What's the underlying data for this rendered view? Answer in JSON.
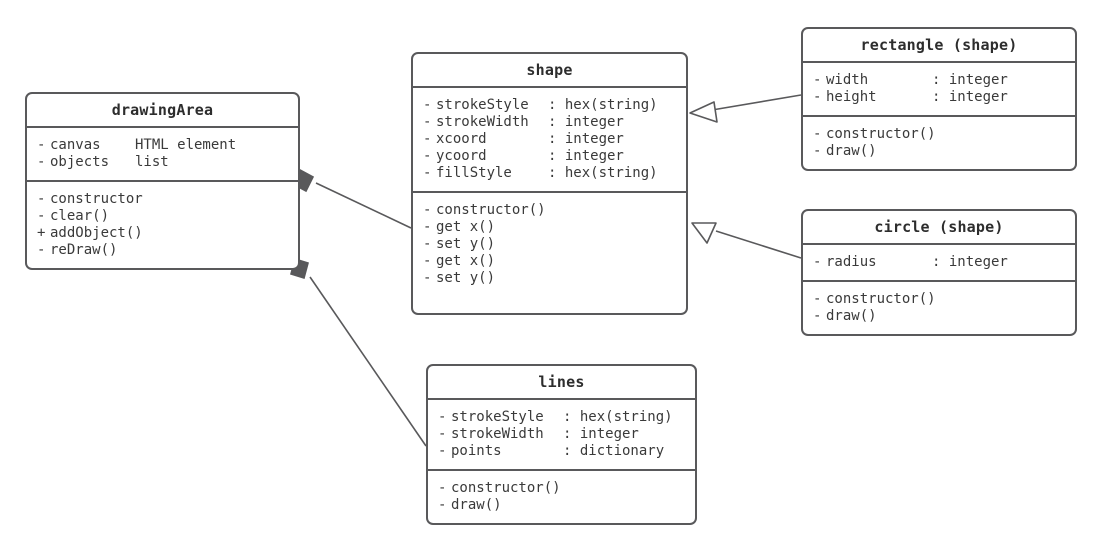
{
  "diagram": {
    "type": "uml-class-diagram",
    "background": "#ffffff",
    "border_color": "#59595b",
    "text_color": "#3a3a3a",
    "title_color": "#2d2d2d",
    "diamond_fill": "#59595b",
    "arrow_fill": "#ffffff"
  },
  "classes": {
    "drawingArea": {
      "title": "drawingArea",
      "attributes": [
        {
          "visibility": "-",
          "name": "canvas",
          "separator": " ",
          "type": "HTML element"
        },
        {
          "visibility": "-",
          "name": "objects",
          "separator": " ",
          "type": "list"
        }
      ],
      "methods": [
        {
          "visibility": "-",
          "name": "constructor"
        },
        {
          "visibility": "-",
          "name": "clear()"
        },
        {
          "visibility": "+",
          "name": "addObject()"
        },
        {
          "visibility": "-",
          "name": "reDraw()"
        }
      ]
    },
    "shape": {
      "title": "shape",
      "attributes": [
        {
          "visibility": "-",
          "name": "strokeStyle",
          "separator": ": ",
          "type": "hex(string)"
        },
        {
          "visibility": "-",
          "name": "strokeWidth",
          "separator": ": ",
          "type": "integer"
        },
        {
          "visibility": "-",
          "name": "xcoord",
          "separator": ": ",
          "type": "integer"
        },
        {
          "visibility": "-",
          "name": "ycoord",
          "separator": ": ",
          "type": "integer"
        },
        {
          "visibility": "-",
          "name": "fillStyle",
          "separator": ": ",
          "type": "hex(string)"
        }
      ],
      "methods": [
        {
          "visibility": "-",
          "name": "constructor()"
        },
        {
          "visibility": "-",
          "name": "get x()"
        },
        {
          "visibility": "-",
          "name": "set y()"
        },
        {
          "visibility": "-",
          "name": "get x()"
        },
        {
          "visibility": "-",
          "name": "set y()"
        }
      ]
    },
    "rectangle": {
      "title": "rectangle (shape)",
      "attributes": [
        {
          "visibility": "-",
          "name": "width",
          "separator": ": ",
          "type": "integer"
        },
        {
          "visibility": "-",
          "name": "height",
          "separator": ": ",
          "type": "integer"
        }
      ],
      "methods": [
        {
          "visibility": "-",
          "name": "constructor()"
        },
        {
          "visibility": "-",
          "name": "draw()"
        }
      ]
    },
    "circle": {
      "title": "circle (shape)",
      "attributes": [
        {
          "visibility": "-",
          "name": "radius",
          "separator": ": ",
          "type": "integer"
        }
      ],
      "methods": [
        {
          "visibility": "-",
          "name": "constructor()"
        },
        {
          "visibility": "-",
          "name": "draw()"
        }
      ]
    },
    "lines": {
      "title": "lines",
      "attributes": [
        {
          "visibility": "-",
          "name": "strokeStyle",
          "separator": ": ",
          "type": "hex(string)"
        },
        {
          "visibility": "-",
          "name": "strokeWidth",
          "separator": ": ",
          "type": "integer"
        },
        {
          "visibility": "-",
          "name": "points",
          "separator": ": ",
          "type": "dictionary"
        }
      ],
      "methods": [
        {
          "visibility": "-",
          "name": "constructor()"
        },
        {
          "visibility": "-",
          "name": "draw()"
        }
      ]
    }
  },
  "relationships": [
    {
      "kind": "composition",
      "from": "drawingArea",
      "to": "shape",
      "marker": "filled-diamond"
    },
    {
      "kind": "composition",
      "from": "drawingArea",
      "to": "lines",
      "marker": "filled-diamond"
    },
    {
      "kind": "generalization",
      "from": "rectangle",
      "to": "shape",
      "marker": "hollow-triangle"
    },
    {
      "kind": "generalization",
      "from": "circle",
      "to": "shape",
      "marker": "hollow-triangle"
    }
  ]
}
